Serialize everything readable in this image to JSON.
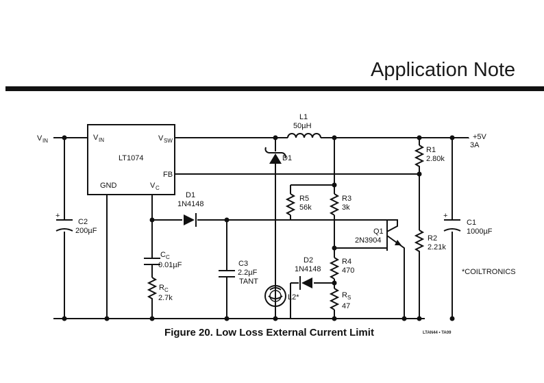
{
  "header": {
    "title": "Application Note"
  },
  "figure": {
    "caption": "Figure 20. Low Loss External Current Limit",
    "code": "LTAN44 • TA09"
  },
  "schematic": {
    "input_label": "V",
    "input_sub": "IN",
    "ic": {
      "name": "LT1074",
      "vin": "V",
      "vin_sub": "IN",
      "vsw": "V",
      "vsw_sub": "SW",
      "fb": "FB",
      "gnd": "GND",
      "vc": "V",
      "vc_sub": "C"
    },
    "output": {
      "voltage": "+5V",
      "current": "3A"
    },
    "components": {
      "L1": {
        "ref": "L1",
        "value": "50µH"
      },
      "D1_catch": {
        "ref": "D1"
      },
      "D1_clamp": {
        "ref": "D1",
        "value": "1N4148"
      },
      "C2": {
        "ref": "C2",
        "value": "200µF"
      },
      "CC": {
        "ref": "C",
        "ref_sub": "C",
        "value": "0.01µF"
      },
      "RC": {
        "ref": "R",
        "ref_sub": "C",
        "value": "2.7k"
      },
      "C3": {
        "ref": "C3",
        "value": "2.2µF",
        "note": "TANT"
      },
      "R5": {
        "ref": "R5",
        "value": "56k"
      },
      "R3": {
        "ref": "R3",
        "value": "3k"
      },
      "Q1": {
        "ref": "Q1",
        "value": "2N3904"
      },
      "D2": {
        "ref": "D2",
        "value": "1N4148"
      },
      "R4": {
        "ref": "R4",
        "value": "470"
      },
      "RS": {
        "ref": "R",
        "ref_sub": "S",
        "value": "47"
      },
      "L2": {
        "ref": "L2*"
      },
      "R1": {
        "ref": "R1",
        "value": "2.80k"
      },
      "R2": {
        "ref": "R2",
        "value": "2.21k"
      },
      "C1": {
        "ref": "C1",
        "value": "1000µF"
      }
    },
    "footnote": "*COILTRONICS"
  }
}
